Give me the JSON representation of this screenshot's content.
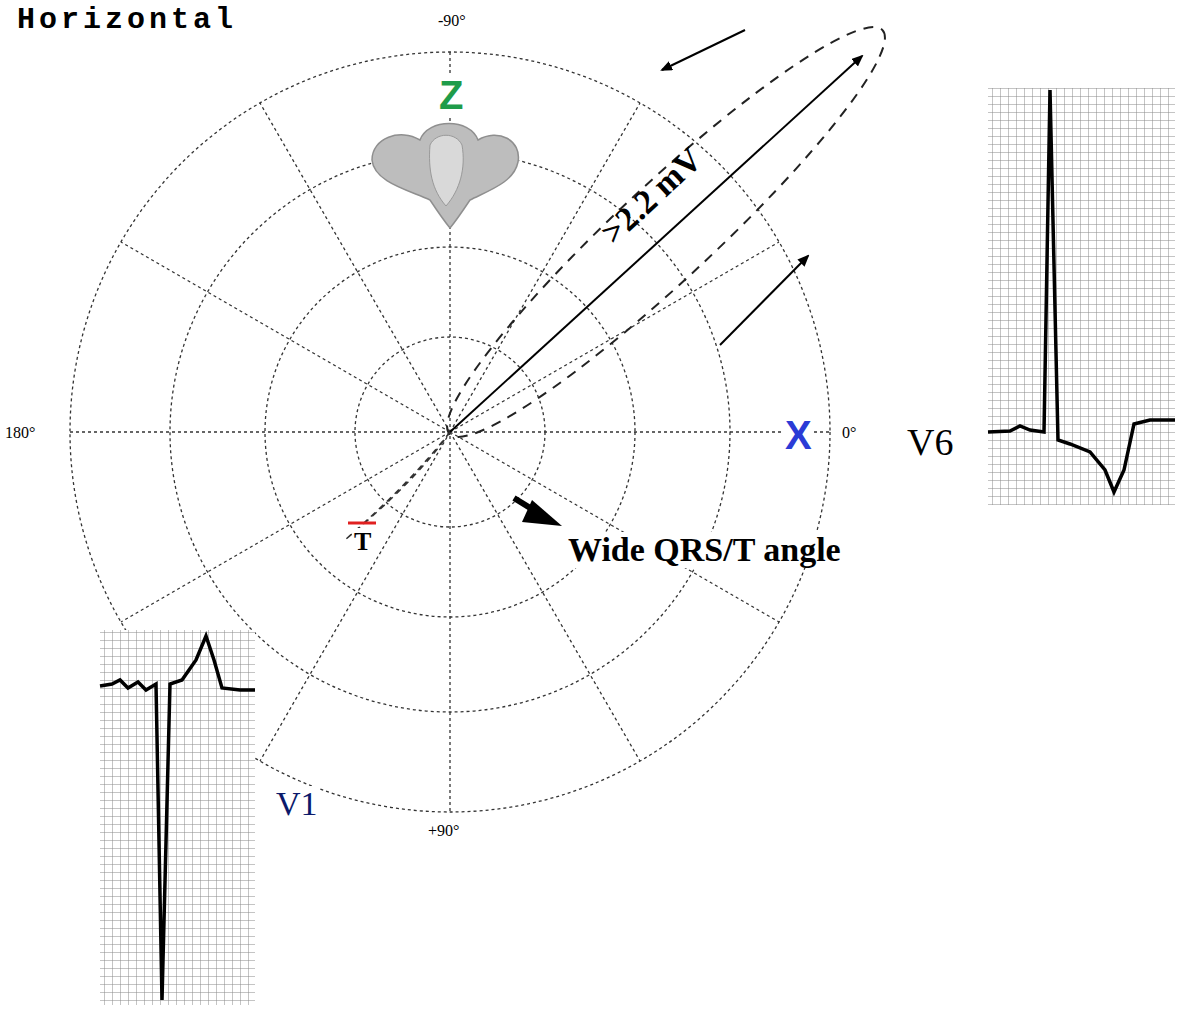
{
  "diagram": {
    "labels": [
      "Horizontal",
      "-90°",
      "Z",
      ">2.2 mV",
      "180°",
      "X",
      "0°",
      "V6",
      "T",
      "Wide QRS/T angle",
      "V1",
      "+90°"
    ]
  }
}
